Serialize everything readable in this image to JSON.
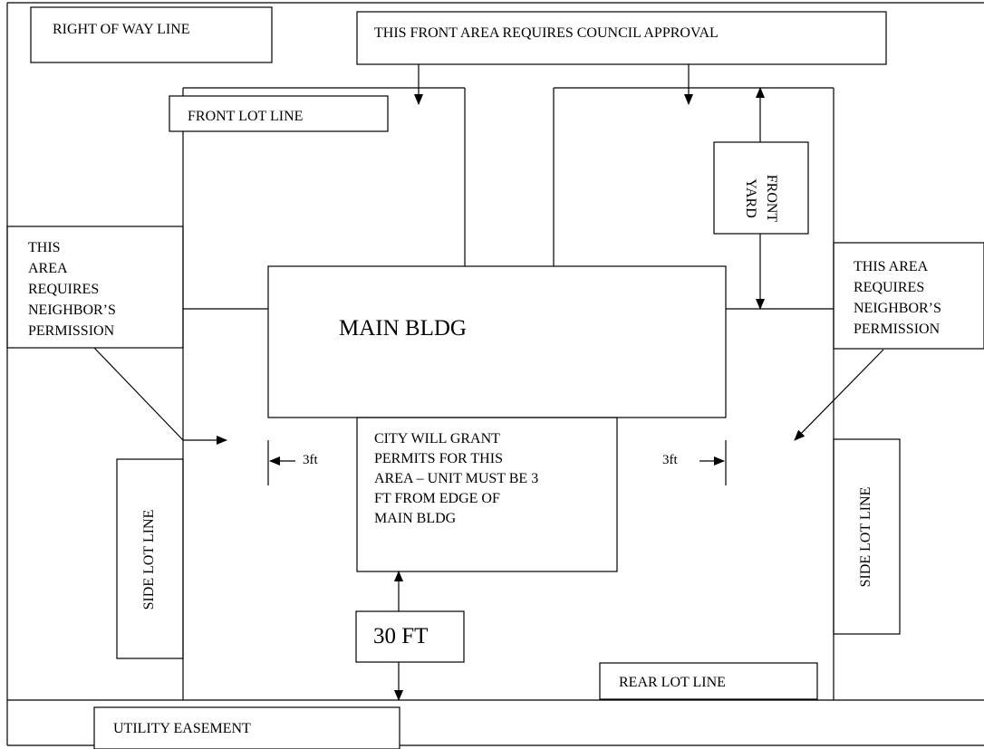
{
  "labels": {
    "right_of_way": "RIGHT OF WAY LINE",
    "council_approval": "THIS FRONT AREA REQUIRES COUNCIL APPROVAL",
    "front_lot_line": "FRONT LOT LINE",
    "front_yard_1": "FRONT",
    "front_yard_2": "YARD",
    "neighbor_left": [
      "THIS",
      "AREA",
      "REQUIRES",
      "NEIGHBOR’S",
      "PERMISSION"
    ],
    "neighbor_right": [
      "THIS AREA",
      "REQUIRES",
      "NEIGHBOR’S",
      "PERMISSION"
    ],
    "main_bldg": "MAIN BLDG",
    "city_permits": [
      "CITY WILL GRANT",
      "PERMITS FOR THIS",
      "AREA – UNIT MUST BE 3",
      "FT FROM EDGE OF",
      "MAIN BLDG"
    ],
    "three_ft_left": "3ft",
    "three_ft_right": "3ft",
    "side_lot_left": "SIDE LOT LINE",
    "side_lot_right": "SIDE LOT LINE",
    "thirty_ft": "30 FT",
    "rear_lot_line": "REAR LOT LINE",
    "utility_easement": "UTILITY EASEMENT"
  }
}
